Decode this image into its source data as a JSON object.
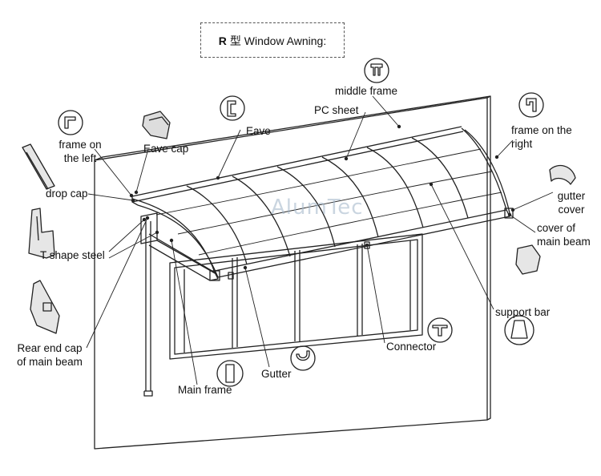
{
  "title": {
    "prefix": "R",
    "text": "型 Window Awning:"
  },
  "watermark": "AlumTec",
  "labels": {
    "middle_frame": "middle frame",
    "pc_sheet": "PC sheet",
    "eave": "Eave",
    "frame_on_the_left_1": "frame on",
    "frame_on_the_left_2": "the left",
    "eave_cap": "Eave cap",
    "frame_on_the_right_1": "frame on the",
    "frame_on_the_right_2": "right",
    "drop_cap": "drop cap",
    "gutter_cover_1": "gutter",
    "gutter_cover_2": "cover",
    "cover_main_beam_1": "cover of",
    "cover_main_beam_2": "main beam",
    "t_shape_steel": "T shape steel",
    "support_bar": "support bar",
    "rear_end_cap_1": "Rear end cap",
    "rear_end_cap_2": "of main beam",
    "connector": "Connector",
    "gutter": "Gutter",
    "main_frame": "Main frame"
  }
}
